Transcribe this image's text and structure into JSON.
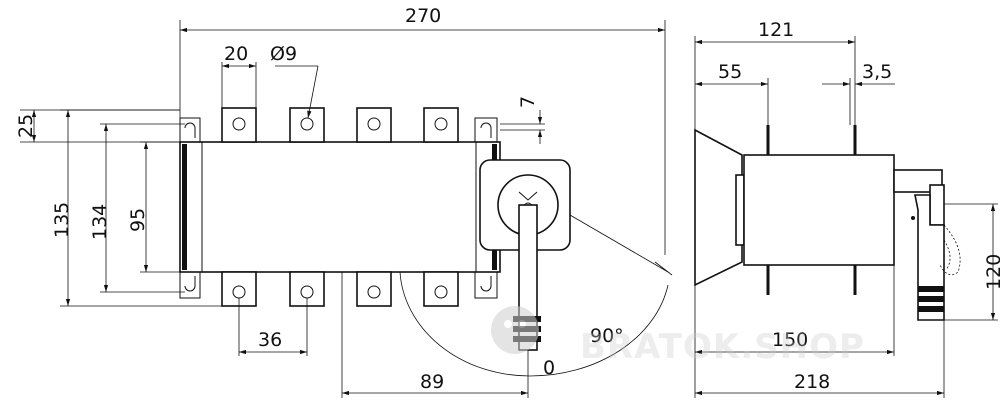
{
  "dimensions": {
    "front": {
      "overall_width": "270",
      "terminal_width": "20",
      "hole_diameter": "Ø9",
      "top_offset": "25",
      "overall_height": "135",
      "height_134": "134",
      "mount_height": "95",
      "terminal_pitch": "36",
      "handle_offset": "89",
      "hole_offset": "7",
      "angle": "90°",
      "angle_zero": "0"
    },
    "side": {
      "overall_depth": "121",
      "depth_55": "55",
      "tab_3_5": "3,5",
      "base_150": "150",
      "total_218": "218",
      "handle_height": "120"
    }
  },
  "watermark": "BRATOK.SHOP"
}
